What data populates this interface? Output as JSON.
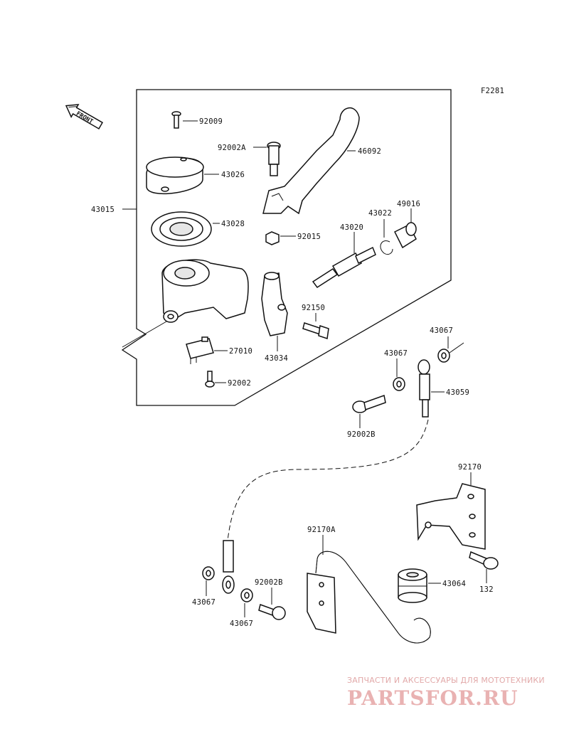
{
  "figure_code": "F2281",
  "front_label": "FRONT",
  "labels": {
    "p92009": "92009",
    "p43026": "43026",
    "p92002A": "92002A",
    "p46092": "46092",
    "p43015": "43015",
    "p43028": "43028",
    "p92015": "92015",
    "p43020": "43020",
    "p43022": "43022",
    "p49016": "49016",
    "p92150": "92150",
    "p27010": "27010",
    "p43034": "43034",
    "p92002": "92002",
    "p43067_a": "43067",
    "p43067_b": "43067",
    "p43059": "43059",
    "p92002B_a": "92002B",
    "p92170": "92170",
    "p92170A": "92170A",
    "p43064": "43064",
    "p132": "132",
    "p43067_c": "43067",
    "p92002B_b": "92002B",
    "p43067_d": "43067"
  },
  "watermark": {
    "tagline": "ЗАПЧАСТИ И АКСЕССУАРЫ ДЛЯ МОТОТЕХНИКИ",
    "logo": "PARTSFOR.RU"
  }
}
